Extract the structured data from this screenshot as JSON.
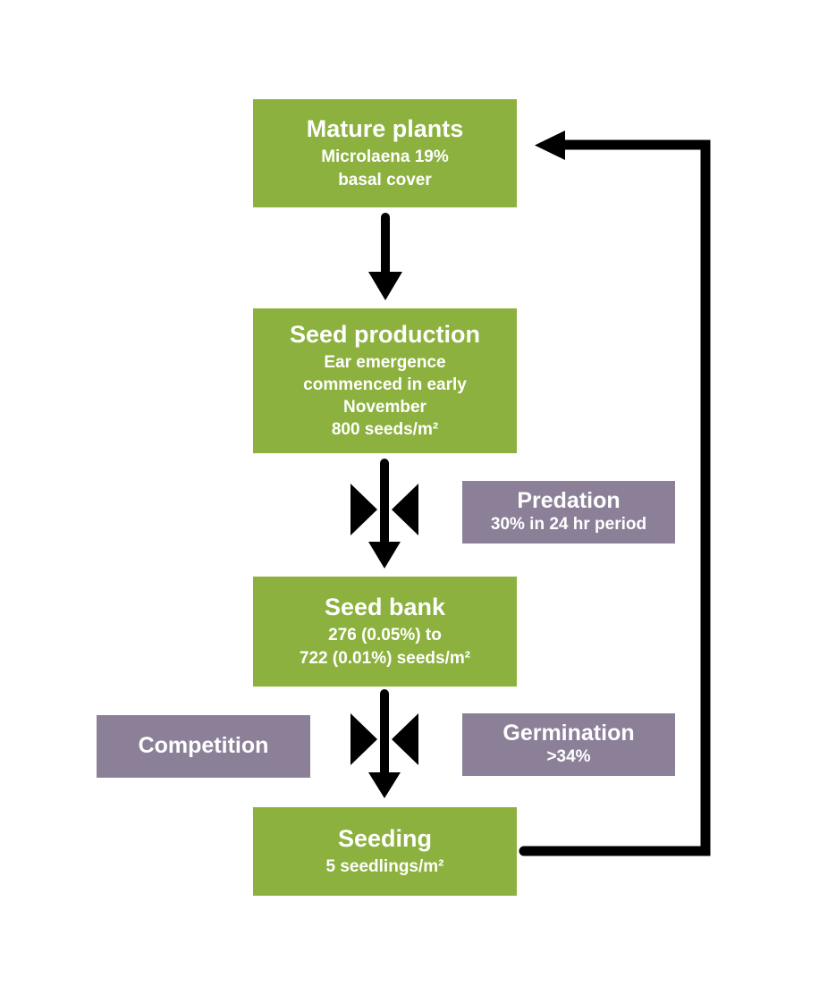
{
  "diagram": {
    "name": "Microlaena seed lifecycle flowchart"
  },
  "colors": {
    "green": "#8CB13E",
    "purple": "#8C8099",
    "arrow": "#000000",
    "text": "#FFFFFF",
    "background": "#FFFFFF"
  },
  "nodes": {
    "mature_plants": {
      "title": "Mature plants",
      "subtitle": "Microlaena 19%\nbasal cover"
    },
    "seed_production": {
      "title": "Seed production",
      "subtitle": "Ear emergence\ncommenced in early\nNovember\n800 seeds/m²"
    },
    "seed_bank": {
      "title": "Seed bank",
      "subtitle": "276 (0.05%) to\n722 (0.01%) seeds/m²"
    },
    "seeding": {
      "title": "Seeding",
      "subtitle": "5 seedlings/m²"
    }
  },
  "factors": {
    "predation": {
      "title": "Predation",
      "subtitle": "30% in 24 hr period"
    },
    "competition": {
      "title": "Competition"
    },
    "germination": {
      "title": "Germination",
      "subtitle": ">34%"
    }
  },
  "icons": {
    "down_arrow": "plain downward flow arrow",
    "loss_valve": "downward arrow pinched by two inward-pointing triangles (loss/reduction valve)",
    "feedback_loop": "right-side loop arrow returning from Seeding to Mature plants"
  }
}
